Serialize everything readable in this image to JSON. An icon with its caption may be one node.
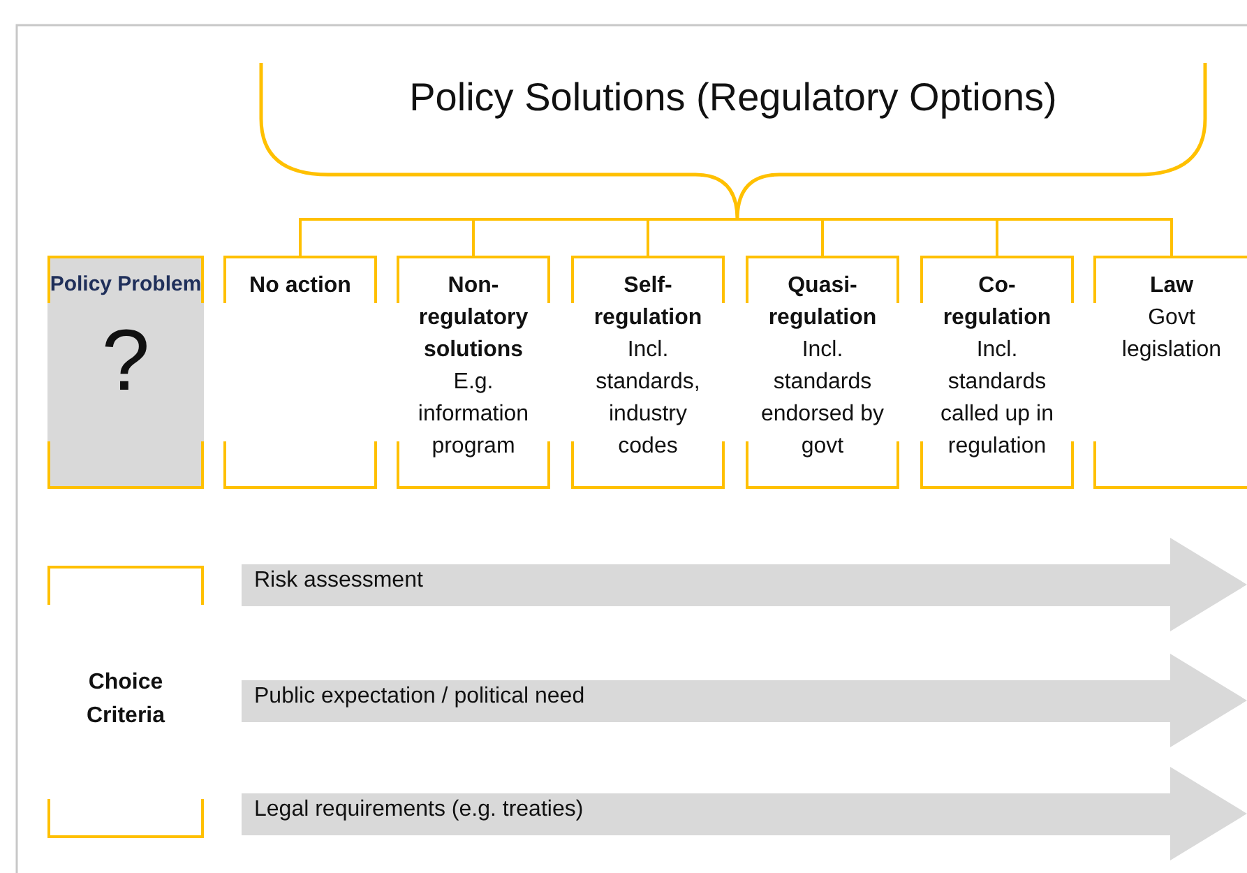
{
  "diagram": {
    "nodes": [
      {
        "text": [
          "Policy Solutions (Regulatory Options)"
        ]
      },
      {
        "text": [
          "Policy Problem",
          "?"
        ]
      },
      {
        "text": [
          "No action"
        ]
      },
      {
        "text": [
          "Non-regulatory solutions",
          "E.g. information program"
        ]
      },
      {
        "text": [
          "Self-regulation",
          "Incl. standards, industry codes"
        ]
      },
      {
        "text": [
          "Quasi-regulation",
          "Incl. standards endorsed by govt"
        ]
      },
      {
        "text": [
          "Co-regulation",
          "Incl. standards called up in regulation"
        ]
      },
      {
        "text": [
          "Law",
          "Govt legislation"
        ]
      },
      {
        "text": [
          "Choice Criteria"
        ]
      },
      {
        "text": [
          "Risk assessment"
        ]
      },
      {
        "text": [
          "Public expectation / political need"
        ]
      },
      {
        "text": [
          "Legal requirements (e.g. treaties)"
        ]
      }
    ],
    "edges": [
      {
        "from": 0,
        "to": 2,
        "arrow": "none"
      },
      {
        "from": 0,
        "to": 3,
        "arrow": "none"
      },
      {
        "from": 0,
        "to": 4,
        "arrow": "none"
      },
      {
        "from": 0,
        "to": 5,
        "arrow": "none"
      },
      {
        "from": 0,
        "to": 6,
        "arrow": "none"
      },
      {
        "from": 0,
        "to": 7,
        "arrow": "none"
      }
    ]
  }
}
